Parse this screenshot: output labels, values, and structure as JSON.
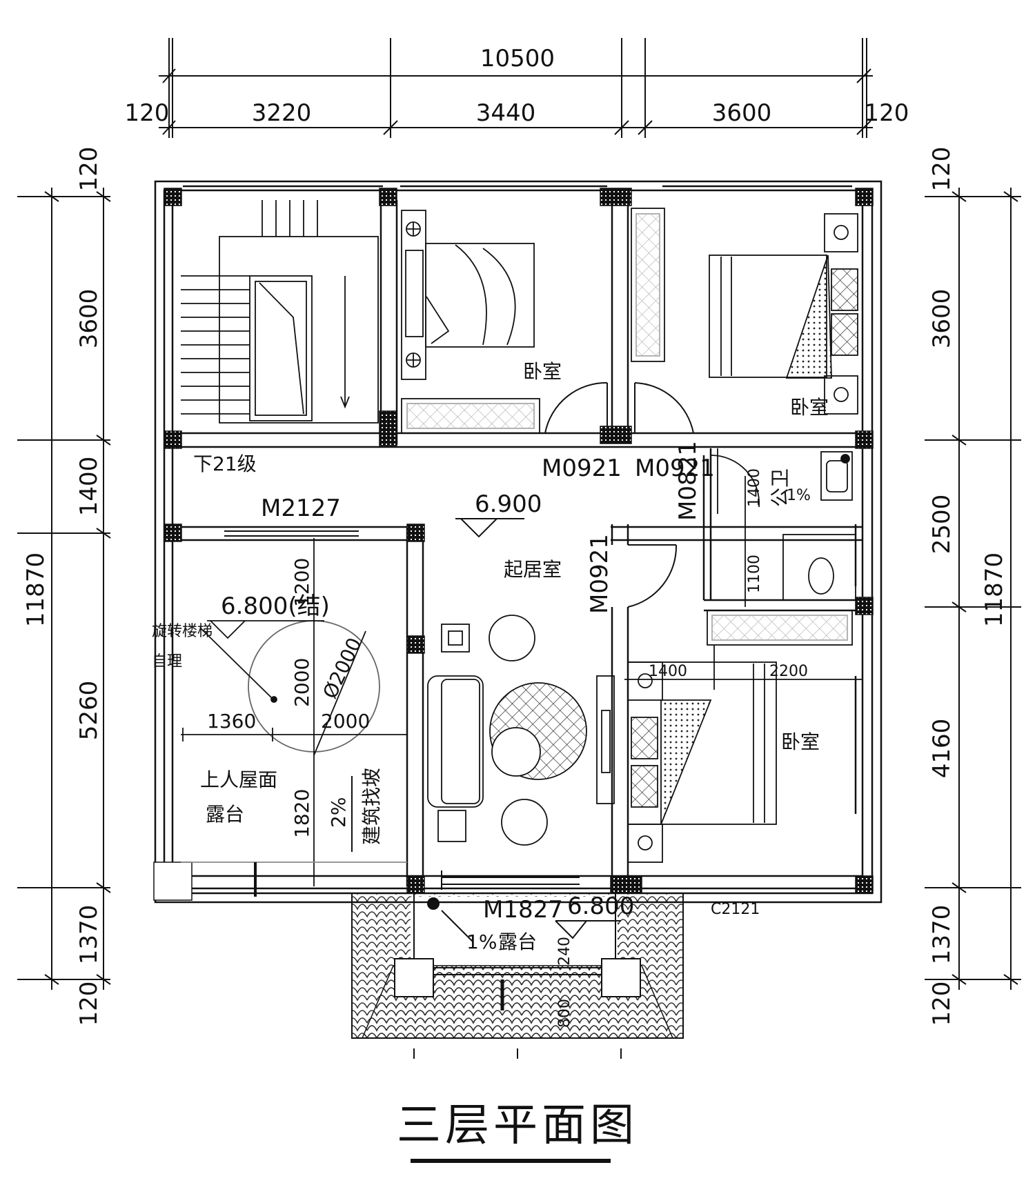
{
  "title": "三层平面图",
  "dimensions": {
    "top_total": "10500",
    "top_edge_left": "120",
    "top_edge_right": "120",
    "top_segments": [
      "3220",
      "3440",
      "3600"
    ],
    "left_total": "11870",
    "left_segments": [
      "3600",
      "1400",
      "5260",
      "1370"
    ],
    "left_edge_top": "120",
    "left_edge_bottom": "120",
    "right_total": "11870",
    "right_segments": [
      "3600",
      "2500",
      "4160",
      "1370"
    ],
    "right_edge_top": "120",
    "right_edge_bottom": "120"
  },
  "rooms": {
    "bedroom_1": "卧室",
    "bedroom_2": "卧室",
    "bedroom_3": "卧室",
    "living": "起居室",
    "wc": "公卫",
    "roof_terrace_1": "上人屋面",
    "roof_terrace_2": "露台",
    "front_terrace": "露台"
  },
  "doors": {
    "m2127": "M2127",
    "m0921_a": "M0921",
    "m0921_b": "M0921",
    "m0921_c": "M0921",
    "m0821": "M0821",
    "m1827": "M1827"
  },
  "elevations": {
    "living": "6.900",
    "terrace": "6.800(结)",
    "front": "6.800"
  },
  "annotations": {
    "stairs_down": "下21级",
    "spiral_stair_1": "旋转楼梯",
    "spiral_stair_2": "自理",
    "circle_dia": "Ø2000",
    "dim_2000_v": "2000",
    "dim_2000_h": "2000",
    "dim_1200": "1200",
    "dim_1360": "1360",
    "dim_1820": "1820",
    "slope_terrace": "2%",
    "slope_note": "建筑找坡",
    "slope_wc": "1%",
    "slope_front": "1%",
    "dim_1400_a": "1400",
    "dim_1100": "1100",
    "dim_1400_b": "1400",
    "dim_2200": "2200",
    "dim_240": "240",
    "dim_800": "800",
    "window_c2121": "C2121"
  }
}
